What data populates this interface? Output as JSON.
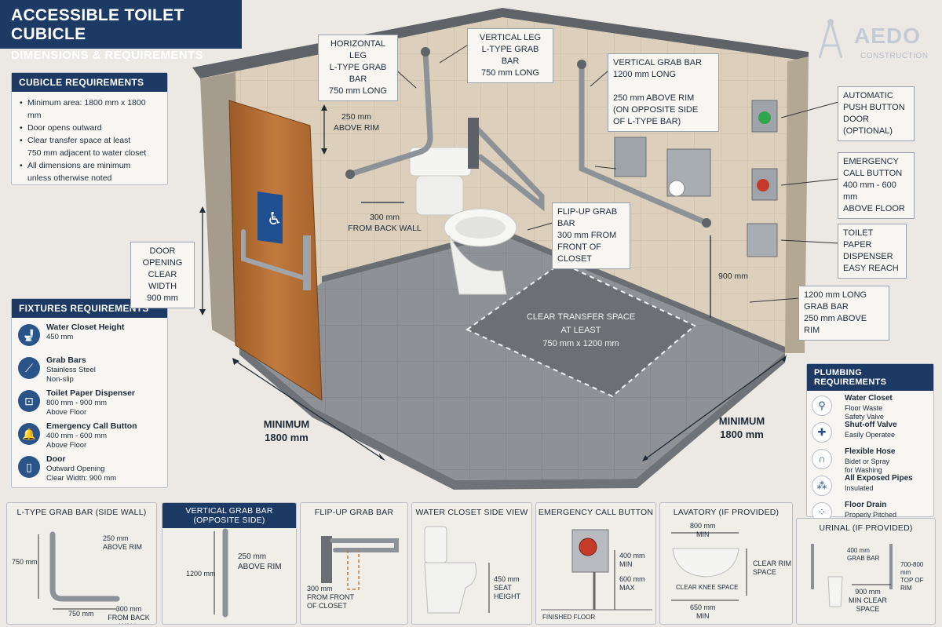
{
  "title": {
    "line1": "ACCESSIBLE TOILET CUBICLE",
    "line2": "DIMENSIONS & REQUIREMENTS"
  },
  "logo": {
    "name": "AEDO",
    "sub": "CONSTRUCTION"
  },
  "colors": {
    "navy": "#1d3a64",
    "accent": "#2a5489",
    "wall": "#d8cbb6",
    "floor": "#8f9296",
    "door": "#b56a2e",
    "steel": "#8a8f96"
  },
  "cubicle_requirements": {
    "heading": "CUBICLE REQUIREMENTS",
    "items": [
      "Minimum area: 1800 mm x 1800 mm",
      "Door opens outward",
      "Clear transfer space at least",
      "750 mm adjacent to water closet",
      "All dimensions are minimum",
      "unless otherwise noted"
    ]
  },
  "fixtures": {
    "heading": "FIXTURES REQUIREMENTS",
    "items": [
      {
        "icon": "toilet-icon",
        "glyph": "🚽",
        "name": "Water Closet Height",
        "d1": "450 mm",
        "d2": ""
      },
      {
        "icon": "grab-bar-icon",
        "glyph": "⟋",
        "name": "Grab Bars",
        "d1": "Stainless Steel",
        "d2": "Non-slip"
      },
      {
        "icon": "paper-dispenser-icon",
        "glyph": "⊡",
        "name": "Toilet Paper Dispenser",
        "d1": "800 mm - 900 mm",
        "d2": "Above Floor"
      },
      {
        "icon": "bell-icon",
        "glyph": "🔔",
        "name": "Emergency Call Button",
        "d1": "400 mm - 600 mm",
        "d2": "Above Floor"
      },
      {
        "icon": "door-icon",
        "glyph": "▯",
        "name": "Door",
        "d1": "Outward Opening",
        "d2": "Clear Width: 900 mm"
      }
    ]
  },
  "plumbing": {
    "heading": "PLUMBING REQUIREMENTS",
    "items": [
      {
        "icon": "floor-waste-icon",
        "glyph": "⚲",
        "name": "Water Closet",
        "d1": "Floor Waste",
        "d2": "Safety Valve"
      },
      {
        "icon": "valve-icon",
        "glyph": "✚",
        "name": "Shut-off Valve",
        "d1": "Easily Operatee",
        "d2": ""
      },
      {
        "icon": "hose-icon",
        "glyph": "∩",
        "name": "Flexible Hose",
        "d1": "Bidet or Spray",
        "d2": "for Washing"
      },
      {
        "icon": "pipes-icon",
        "glyph": "⁂",
        "name": "All Exposed Pipes",
        "d1": "Insulated",
        "d2": ""
      },
      {
        "icon": "drain-icon",
        "glyph": "⁘",
        "name": "Floor Drain",
        "d1": "Properly Pitched",
        "d2": ""
      }
    ]
  },
  "callouts": {
    "horizontal_leg": [
      "HORIZONTAL LEG",
      "L-TYPE GRAB BAR",
      "750 mm LONG"
    ],
    "vertical_leg": [
      "VERTICAL LEG",
      "L-TYPE GRAB BAR",
      "750 mm LONG"
    ],
    "vertical_grab": [
      "VERTICAL GRAB BAR",
      "1200 mm LONG",
      "",
      "250 mm ABOVE RIM",
      "(ON OPPOSITE SIDE",
      "OF L-TYPE BAR)"
    ],
    "auto_push": [
      "AUTOMATIC",
      "PUSH BUTTON",
      "DOOR (OPTIONAL)"
    ],
    "emergency": [
      "EMERGENCY",
      "CALL BUTTON",
      "400 mm - 600 mm",
      "ABOVE FLOOR"
    ],
    "paper": [
      "TOILET PAPER",
      "DISPENSER",
      "EASY REACH"
    ],
    "long_grab": [
      "1200 mm LONG",
      "GRAB BAR",
      "250 mm ABOVE RIM"
    ],
    "flip_up": [
      "FLIP-UP GRAB BAR",
      "300 mm FROM",
      "FRONT OF CLOSET"
    ],
    "door_opening": [
      "DOOR OPENING",
      "CLEAR WIDTH",
      "900 mm"
    ],
    "above_rim": [
      "250 mm",
      "ABOVE RIM"
    ],
    "back_wall": [
      "300 mm",
      "FROM BACK WALL"
    ],
    "h900": "900 mm",
    "transfer": [
      "CLEAR TRANSFER SPACE",
      "AT LEAST",
      "750 mm x 1200 mm"
    ],
    "min_left": [
      "MINIMUM",
      "1800 mm"
    ],
    "min_right": [
      "MINIMUM",
      "1800 mm"
    ]
  },
  "details": {
    "ltype": {
      "heading": "L-TYPE GRAB BAR (SIDE WALL)",
      "h": "750 mm",
      "w": "750 mm",
      "rim": [
        "250 mm",
        "ABOVE RIM"
      ],
      "back": [
        "300 mm",
        "FROM BACK WALL"
      ]
    },
    "vertical": {
      "heading": "VERTICAL GRAB BAR (OPPOSITE SIDE)",
      "h": "1200 mm",
      "rim": [
        "250 mm",
        "ABOVE RIM"
      ]
    },
    "flipup": {
      "heading": "FLIP-UP GRAB BAR",
      "front": [
        "300 mm",
        "FROM FRONT",
        "OF CLOSET"
      ]
    },
    "closet": {
      "heading": "WATER CLOSET SIDE VIEW",
      "seat": [
        "450 mm",
        "SEAT HEIGHT"
      ]
    },
    "emergency": {
      "heading": "EMERGENCY CALL BUTTON",
      "min": [
        "400 mm",
        "MIN"
      ],
      "max": [
        "600 mm",
        "MAX"
      ],
      "floor": "FINISHED FLOOR"
    },
    "lavatory": {
      "heading": "LAVATORY (IF PROVIDED)",
      "top": [
        "800 mm",
        "MIN"
      ],
      "rim": [
        "CLEAR RIM",
        "SPACE"
      ],
      "knee": "CLEAR KNEE SPACE",
      "bottom": [
        "650 mm",
        "MIN"
      ]
    },
    "urinal": {
      "heading": "URINAL (IF PROVIDED)",
      "bar": [
        "400 mm",
        "GRAB BAR"
      ],
      "top": [
        "700-800 mm",
        "TOP OF RIM"
      ],
      "clear": [
        "900 mm",
        "MIN CLEAR",
        "SPACE"
      ]
    }
  }
}
